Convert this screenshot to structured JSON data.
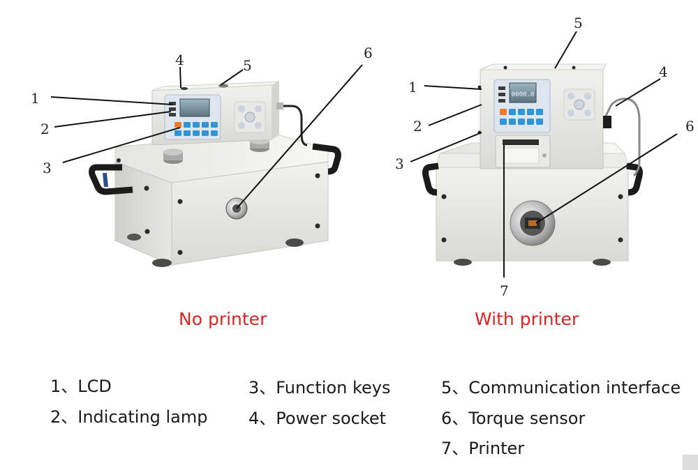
{
  "captions": {
    "left": "No printer",
    "right": "With printer"
  },
  "callouts_left": [
    "1",
    "2",
    "3",
    "4",
    "5",
    "6"
  ],
  "callouts_right": [
    "1",
    "2",
    "3",
    "4",
    "5",
    "6",
    "7"
  ],
  "legend": [
    "1、LCD",
    "2、Indicating lamp",
    "3、Function keys",
    "4、Power socket",
    "5、Communication interface",
    "6、Torque sensor",
    "7、Printer"
  ],
  "lcd_text": "0000.0",
  "colors": {
    "caption": "#e02222",
    "body": "#e9e9e6",
    "key_blue": "#2f95d6",
    "key_orange": "#f07a2a",
    "handle": "#1b1b1b"
  }
}
